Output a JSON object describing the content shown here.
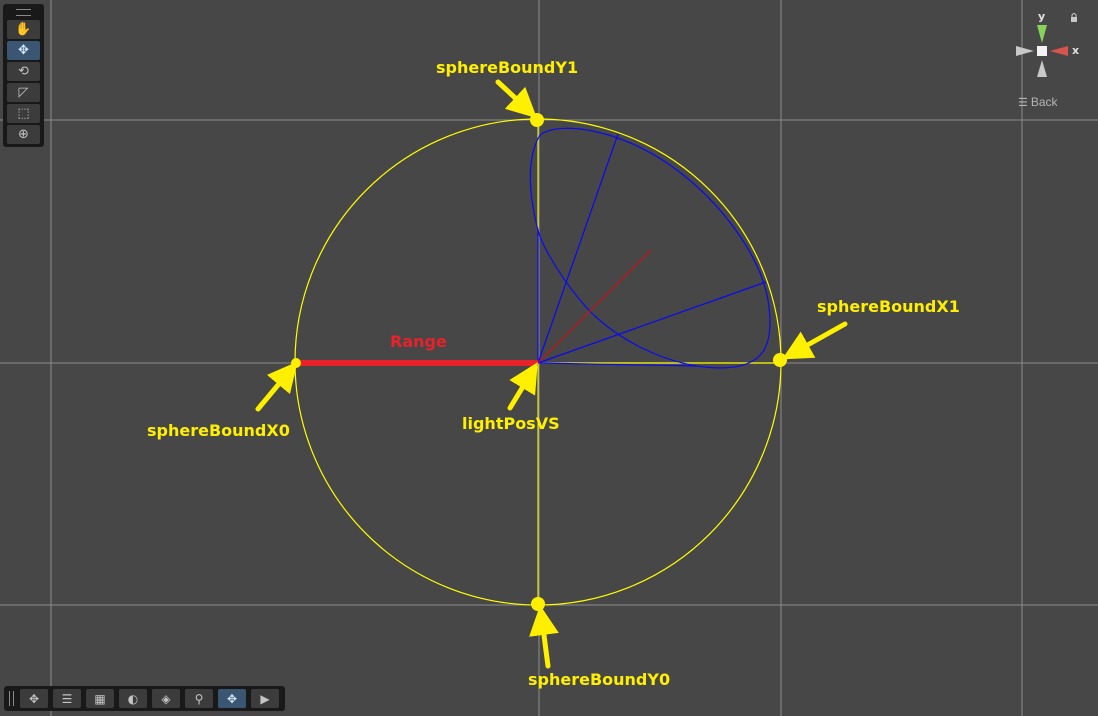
{
  "scene": {
    "callouts": {
      "sphere_bound_y1": "sphereBoundY1",
      "sphere_bound_x1": "sphereBoundX1",
      "sphere_bound_x0": "sphereBoundX0",
      "sphere_bound_y0": "sphereBoundY0",
      "light_pos_vs": "lightPosVS",
      "range": "Range"
    },
    "colors": {
      "background": "#474747",
      "grid": "#8c8c8c",
      "sphere": "#ffff00",
      "frustum": "#0000ff",
      "direction": "#cc1111",
      "range": "#e8222a",
      "callout": "#ffef00"
    }
  },
  "tool_palette": {
    "tools": [
      {
        "name": "hand-tool-button",
        "icon": "hand-icon",
        "glyph": "✋",
        "active": false
      },
      {
        "name": "move-tool-button",
        "icon": "move-arrows-icon",
        "glyph": "✥",
        "active": true
      },
      {
        "name": "rotate-tool-button",
        "icon": "rotate-icon",
        "glyph": "⟲",
        "active": false
      },
      {
        "name": "scale-tool-button",
        "icon": "scale-icon",
        "glyph": "◸",
        "active": false
      },
      {
        "name": "rect-tool-button",
        "icon": "rect-transform-icon",
        "glyph": "⬚",
        "active": false
      },
      {
        "name": "transform-tool-button",
        "icon": "transform-icon",
        "glyph": "⊕",
        "active": false
      }
    ]
  },
  "overlay_toolbar": {
    "buttons": [
      {
        "name": "overlay-move-button",
        "icon": "move-arrows-icon",
        "glyph": "✥",
        "active": false
      },
      {
        "name": "overlay-settings-button",
        "icon": "sliders-icon",
        "glyph": "☰",
        "active": false
      },
      {
        "name": "overlay-gizmos-button",
        "icon": "grid-icon",
        "glyph": "▦",
        "active": false
      },
      {
        "name": "overlay-shading-button",
        "icon": "sphere-icon",
        "glyph": "◐",
        "active": false
      },
      {
        "name": "overlay-layers-button",
        "icon": "layers-icon",
        "glyph": "◈",
        "active": false
      },
      {
        "name": "overlay-search-button",
        "icon": "search-icon",
        "glyph": "⚲",
        "active": false
      },
      {
        "name": "overlay-pivot-button",
        "icon": "pivot-icon",
        "glyph": "✥",
        "active": true
      },
      {
        "name": "overlay-camera-button",
        "icon": "camera-icon",
        "glyph": "▶",
        "active": false
      }
    ]
  },
  "gizmo": {
    "axis_y": "y",
    "axis_x": "x",
    "view_mode": "Back",
    "colors": {
      "y": "#8ad35a",
      "x": "#d9534f",
      "neutral": "#c8c8c8"
    }
  }
}
